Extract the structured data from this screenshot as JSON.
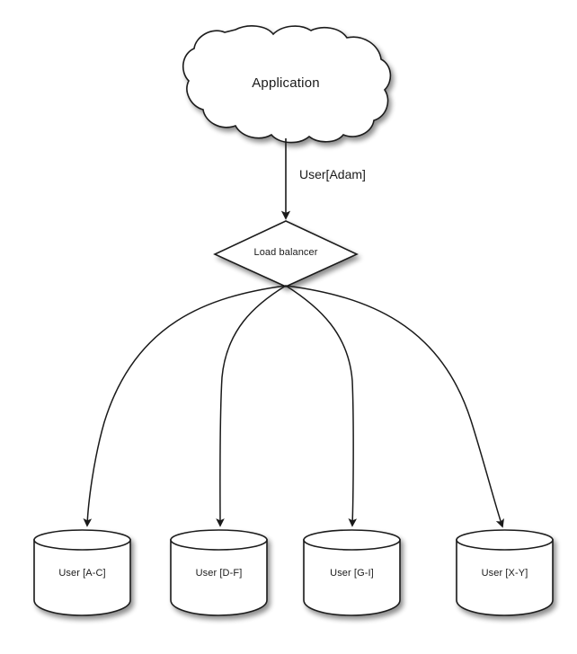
{
  "diagram": {
    "type": "architecture-flow",
    "background_color": "#ffffff",
    "stroke_color": "#1a1a1a",
    "fill_color": "#ffffff",
    "text_color": "#1a1a1a",
    "nodes": {
      "application": {
        "label": "Application",
        "shape": "cloud"
      },
      "load_balancer": {
        "label": "Load balancer",
        "shape": "diamond"
      },
      "databases": [
        {
          "label": "User [A-C]",
          "shape": "cylinder"
        },
        {
          "label": "User [D-F]",
          "shape": "cylinder"
        },
        {
          "label": "User [G-I]",
          "shape": "cylinder"
        },
        {
          "label": "User [X-Y]",
          "shape": "cylinder"
        }
      ]
    },
    "edges": [
      {
        "from": "application",
        "to": "load_balancer",
        "label": "User[Adam]"
      },
      {
        "from": "load_balancer",
        "to": "User [A-C]",
        "label": ""
      },
      {
        "from": "load_balancer",
        "to": "User [D-F]",
        "label": ""
      },
      {
        "from": "load_balancer",
        "to": "User [G-I]",
        "label": ""
      },
      {
        "from": "load_balancer",
        "to": "User [X-Y]",
        "label": ""
      }
    ]
  }
}
